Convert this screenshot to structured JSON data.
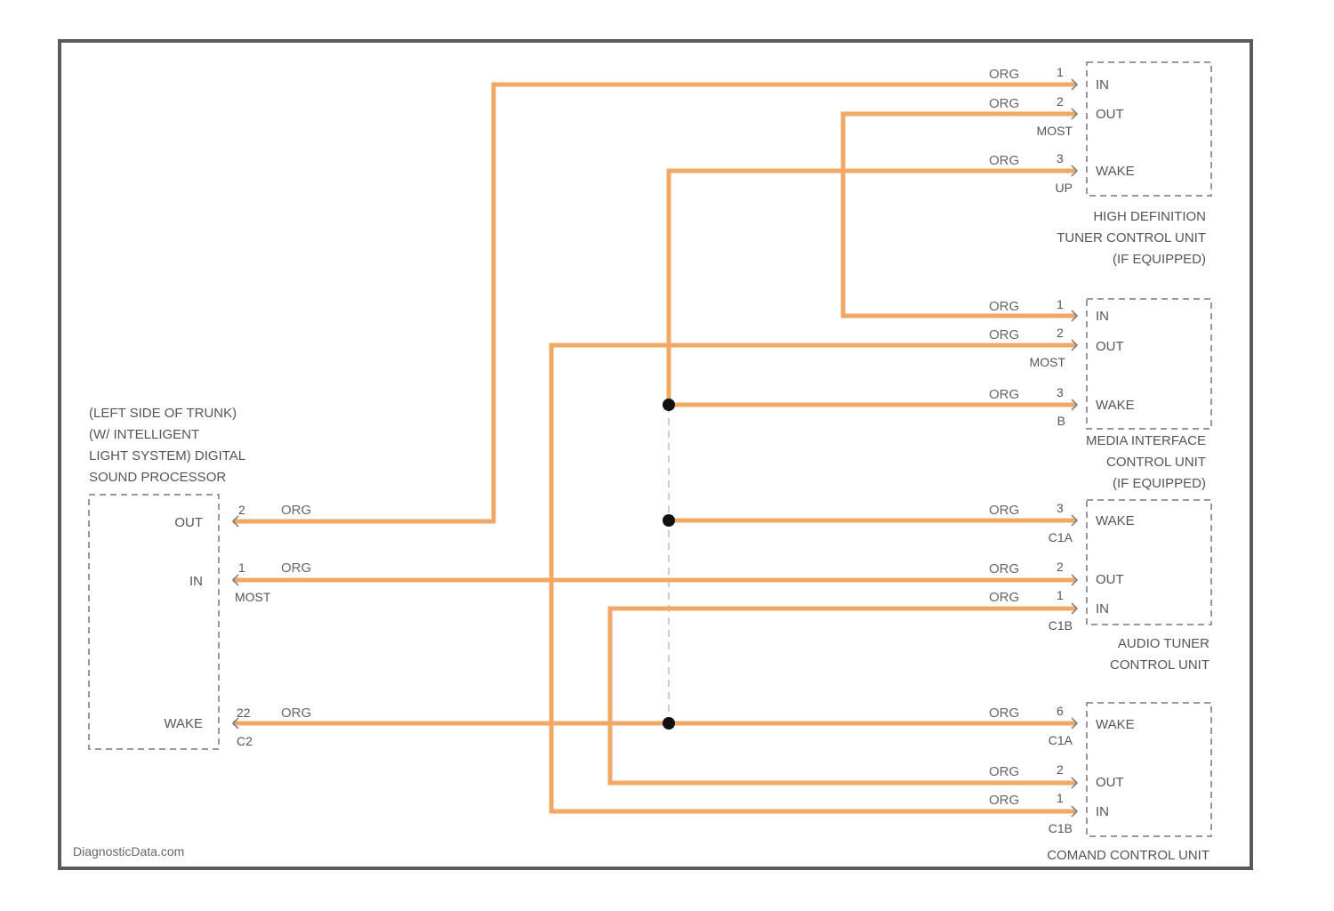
{
  "colors": {
    "wire": "#f2a865",
    "frame": "#5a5a5a",
    "box": "#9a9a9a",
    "text": "#555555",
    "splice": "#111111"
  },
  "watermark": "DiagnosticData.com",
  "wire_color_label": "ORG",
  "components": {
    "dsp": {
      "title_lines": [
        "(LEFT SIDE OF TRUNK)",
        "(W/ INTELLIGENT",
        "LIGHT SYSTEM) DIGITAL",
        "SOUND PROCESSOR"
      ],
      "pins": {
        "out": {
          "name": "OUT",
          "num": "2"
        },
        "in": {
          "name": "IN",
          "num": "1",
          "sub": "MOST"
        },
        "wake": {
          "name": "WAKE",
          "num": "22",
          "sub": "C2"
        }
      }
    },
    "hd_tuner": {
      "title_lines": [
        "HIGH DEFINITION",
        "TUNER CONTROL UNIT",
        "(IF EQUIPPED)"
      ],
      "pins": {
        "in": {
          "name": "IN",
          "num": "1"
        },
        "out": {
          "name": "OUT",
          "num": "2",
          "sub": "MOST"
        },
        "wake": {
          "name": "WAKE",
          "num": "3",
          "sub": "UP"
        }
      }
    },
    "media": {
      "title_lines": [
        "MEDIA INTERFACE",
        "CONTROL UNIT",
        "(IF EQUIPPED)"
      ],
      "pins": {
        "in": {
          "name": "IN",
          "num": "1"
        },
        "out": {
          "name": "OUT",
          "num": "2",
          "sub": "MOST"
        },
        "wake": {
          "name": "WAKE",
          "num": "3",
          "sub": "B"
        }
      }
    },
    "audio_tuner": {
      "title_lines": [
        "AUDIO TUNER",
        "CONTROL UNIT"
      ],
      "pins": {
        "wake": {
          "name": "WAKE",
          "num": "3",
          "sub": "C1A"
        },
        "out": {
          "name": "OUT",
          "num": "2"
        },
        "in": {
          "name": "IN",
          "num": "1",
          "sub": "C1B"
        }
      }
    },
    "command": {
      "title_lines": [
        "COMAND CONTROL UNIT"
      ],
      "pins": {
        "wake": {
          "name": "WAKE",
          "num": "6",
          "sub": "C1A"
        },
        "out": {
          "name": "OUT",
          "num": "2"
        },
        "in": {
          "name": "IN",
          "num": "1",
          "sub": "C1B"
        }
      }
    }
  }
}
